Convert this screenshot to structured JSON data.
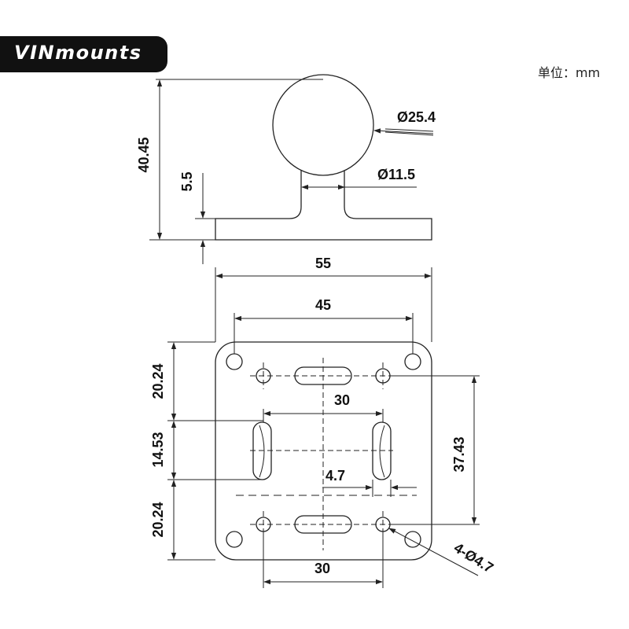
{
  "brand": {
    "name": "VINmounts"
  },
  "units_label": "单位：mm",
  "dimensions": {
    "ball_diameter": "Ø25.4",
    "neck_diameter": "Ø11.5",
    "total_height": "40.45",
    "base_thickness": "5.5",
    "plate_width": "55",
    "outer_hole_spacing": "45",
    "inner_hole_spacing_top": "30",
    "slot_width": "4.7",
    "inner_hole_spacing_bottom": "30",
    "top_margin": "20.24",
    "side_slot_length": "14.53",
    "bottom_margin": "20.24",
    "vertical_hole_spacing": "37.43",
    "hole_callout": "4-Ø4.7"
  }
}
